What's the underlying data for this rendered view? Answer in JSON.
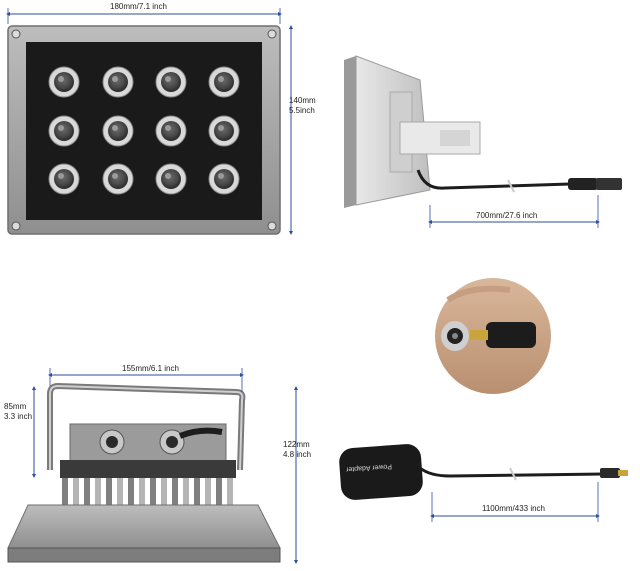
{
  "dimensions": {
    "front_width": "180mm/7.1 inch",
    "front_height_mm": "140mm",
    "front_height_in": "5.5inch",
    "cable_length": "700mm/27.6 inch",
    "bottom_width": "155mm/6.1 inch",
    "bracket_height_mm": "85mm",
    "bracket_height_in": "3.3 inch",
    "bottom_height_mm": "122mm",
    "bottom_height_in": "4.8 inch",
    "adapter_cable_length": "1100mm/433 inch"
  },
  "adapter": {
    "label": "Power Adapter"
  },
  "colors": {
    "dimension_line": "#2c4f9c",
    "housing": "#a9a9a9",
    "panel": "#1a1a1a",
    "led_ring": "#d9d9d9"
  }
}
